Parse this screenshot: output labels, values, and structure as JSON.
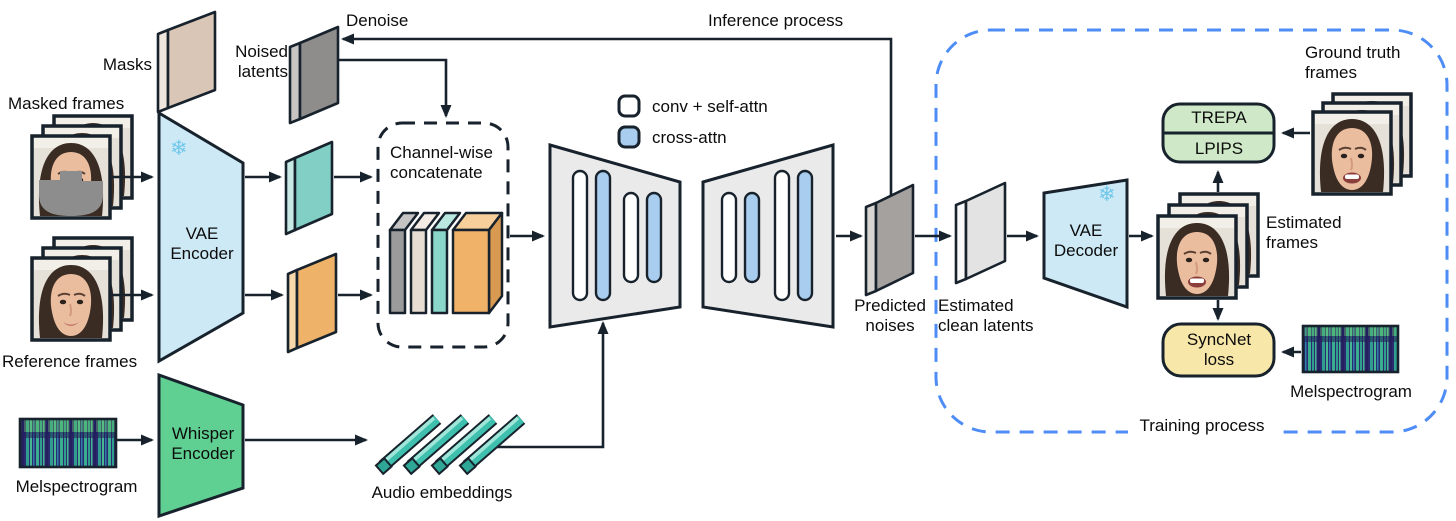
{
  "diagram": {
    "labels": {
      "masks": "Masks",
      "noised_latents": "Noised latents",
      "denoise": "Denoise",
      "inference_process": "Inference process",
      "masked_frames": "Masked frames",
      "reference_frames": "Reference frames",
      "melspectrogram_left": "Melspectrogram",
      "vae_encoder": "VAE Encoder",
      "whisper_encoder": "Whisper Encoder",
      "audio_embeddings": "Audio embeddings",
      "channel_wise_concatenate": "Channel-wise concatenate",
      "predicted_noises": "Predicted noises",
      "estimated_clean_latents": "Estimated clean latents",
      "vae_decoder": "VAE Decoder",
      "estimated_frames": "Estimated frames",
      "ground_truth_frames": "Ground truth frames",
      "trepa": "TREPA",
      "lpips": "LPIPS",
      "syncnet_loss": "SyncNet loss",
      "melspectrogram_right": "Melspectrogram",
      "training_process": "Training process"
    },
    "legend": {
      "conv_self_attn": "conv + self-attn",
      "cross_attn": "cross-attn"
    },
    "icons": {
      "snowflake": "❄"
    },
    "colors": {
      "frozen_block_blue": "#cde9f6",
      "snowflake_blue": "#70c7ea",
      "whisper_green": "#5fd092",
      "unet_gray": "#eaeaea",
      "cross_attn_blue": "#a9cdee",
      "conv_self_attn_white": "#ffffff",
      "trepa_lpips_green": "#cfe9c8",
      "syncnet_yellow": "#f7e7a9",
      "training_boundary_blue": "#4e8df6",
      "stroke_dark": "#17222c",
      "mask_gray": "#8d8d8d",
      "teal_latent": "#82cfc5",
      "orange_latent": "#efb269",
      "masks_slab_tan": "#d9c6b7",
      "noised_latent_gray": "#8e8d8c"
    }
  }
}
